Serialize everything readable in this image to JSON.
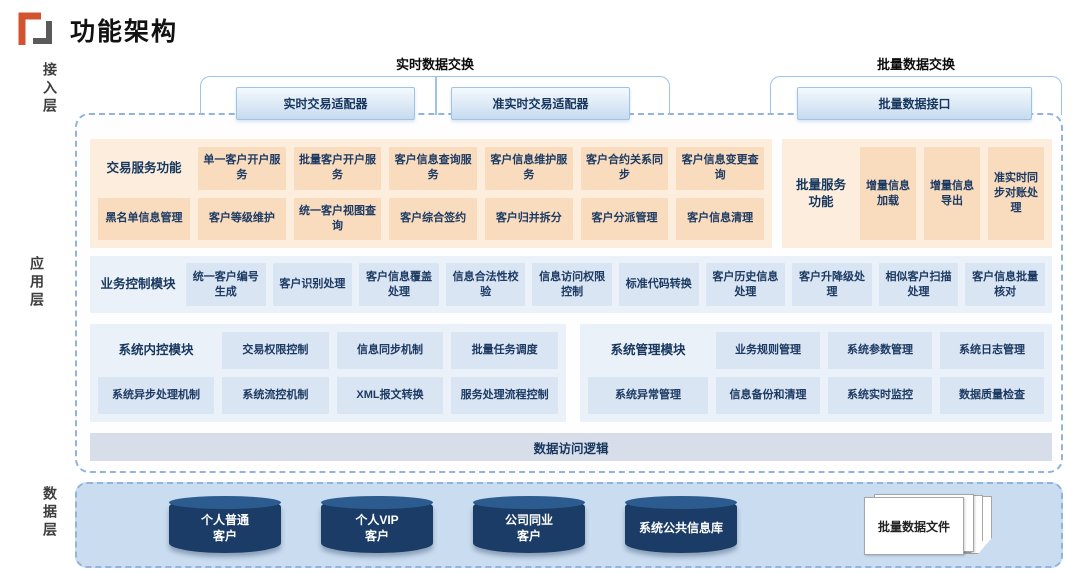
{
  "title": "功能架构",
  "layers": {
    "access": "接入层",
    "application": "应用层",
    "data": "数据层"
  },
  "access_layer": {
    "realtime_group": {
      "label": "实时数据交换",
      "adapters": [
        "实时交易适配器",
        "准实时交易适配器"
      ]
    },
    "batch_group": {
      "label": "批量数据交换",
      "adapters": [
        "批量数据接口"
      ]
    }
  },
  "application_layer": {
    "trade_service": {
      "label": "交易服务功能",
      "side_item": "黑名单信息管理",
      "row1": [
        "单一客户开户服务",
        "批量客户开户服务",
        "客户信息查询服务",
        "客户信息维护服务",
        "客户合约关系同步",
        "客户信息变更查询"
      ],
      "row2": [
        "客户等级维护",
        "统一客户视图查询",
        "客户综合签约",
        "客户归并拆分",
        "客户分派管理",
        "客户信息清理"
      ]
    },
    "batch_service": {
      "label": "批量服务功能",
      "items": [
        "增量信息加载",
        "增量信息导出",
        "准实时同步对账处理"
      ]
    },
    "business_control": {
      "label": "业务控制模块",
      "items": [
        "统一客户编号生成",
        "客户识别处理",
        "客户信息覆盖处理",
        "信息合法性校验",
        "信息访问权限控制",
        "标准代码转换",
        "客户历史信息处理",
        "客户升降级处理",
        "相似客户扫描处理",
        "客户信息批量核对"
      ]
    },
    "internal_control": {
      "label": "系统内控模块",
      "side_item": "系统异步处理机制",
      "row1": [
        "交易权限控制",
        "信息同步机制",
        "批量任务调度"
      ],
      "row2": [
        "系统流控机制",
        "XML报文转换",
        "服务处理流程控制"
      ]
    },
    "system_management": {
      "label": "系统管理模块",
      "side_item": "系统异常管理",
      "row1": [
        "业务规则管理",
        "系统参数管理",
        "系统日志管理"
      ],
      "row2": [
        "信息备份和清理",
        "系统实时监控",
        "数据质量检查"
      ]
    },
    "data_access_bar": "数据访问逻辑"
  },
  "data_layer": {
    "databases": [
      "个人普通\n客户",
      "个人VIP\n客户",
      "公司同业\n客户",
      "系统公共信息库"
    ],
    "file_stack": "批量数据文件"
  },
  "colors": {
    "accent_blue": "#9DC3E6",
    "dark_navy": "#17375E",
    "orange_box": "#F8DCBD",
    "orange_panel": "#FCEDDC",
    "blue_box": "#D9E5F3",
    "blue_panel": "#EBF1F8",
    "gray_bar": "#D8DEE9",
    "data_panel": "#C9DCF0",
    "cylinder": "#1A3C66"
  }
}
